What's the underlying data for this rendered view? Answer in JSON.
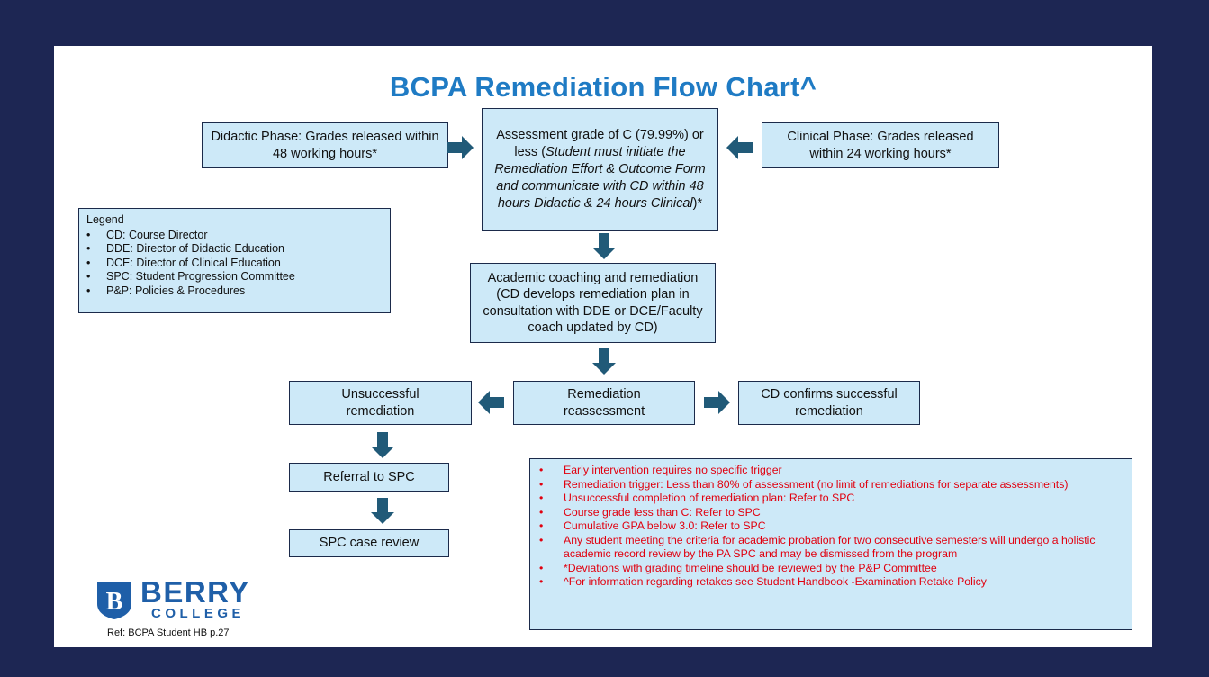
{
  "title": "BCPA Remediation Flow Chart^",
  "boxes": {
    "didactic": "Didactic Phase: Grades released within 48 working hours*",
    "assessment_lead": "Assessment grade of C (79.99%) or less (",
    "assessment_italic": "Student must initiate the Remediation Effort & Outcome Form and communicate with CD within 48 hours Didactic & 24 hours Clinical",
    "assessment_tail": ")*",
    "clinical": "Clinical Phase: Grades released within 24 working hours*",
    "coaching": "Academic coaching and remediation (CD develops remediation plan in consultation with DDE or DCE/Faculty coach updated by CD)",
    "reassessment": "Remediation reassessment",
    "unsuccessful": "Unsuccessful remediation",
    "successful": "CD confirms successful remediation",
    "referral": "Referral to SPC",
    "case_review": "SPC case review"
  },
  "legend": {
    "heading": "Legend",
    "items": [
      "CD: Course Director",
      "DDE: Director of Didactic Education",
      "DCE: Director of Clinical Education",
      "SPC: Student Progression Committee",
      "P&P: Policies & Procedures"
    ]
  },
  "notes": [
    "Early intervention requires no specific trigger",
    "Remediation trigger: Less than 80% of assessment (no limit of remediations for separate assessments)",
    "Unsuccessful completion of remediation plan:  Refer to SPC",
    "Course grade less than C:  Refer to SPC",
    "Cumulative GPA below 3.0: Refer to SPC",
    "Any student meeting the criteria for academic probation for two consecutive semesters will undergo a holistic academic record review by the PA SPC and may be dismissed from the program",
    "*Deviations with grading timeline should be reviewed by the P&P    Committee",
    "^For information regarding retakes see Student Handbook  -Examination Retake Policy"
  ],
  "logo": {
    "letter": "B",
    "name": "BERRY",
    "sub": "COLLEGE"
  },
  "reference": "Ref: BCPA Student HB p.27",
  "colors": {
    "background": "#1d2653",
    "title": "#1f7bc4",
    "box_fill": "#cde9f8",
    "arrow": "#215a78",
    "notes_text": "#e1000f",
    "logo": "#1f5fa8"
  }
}
